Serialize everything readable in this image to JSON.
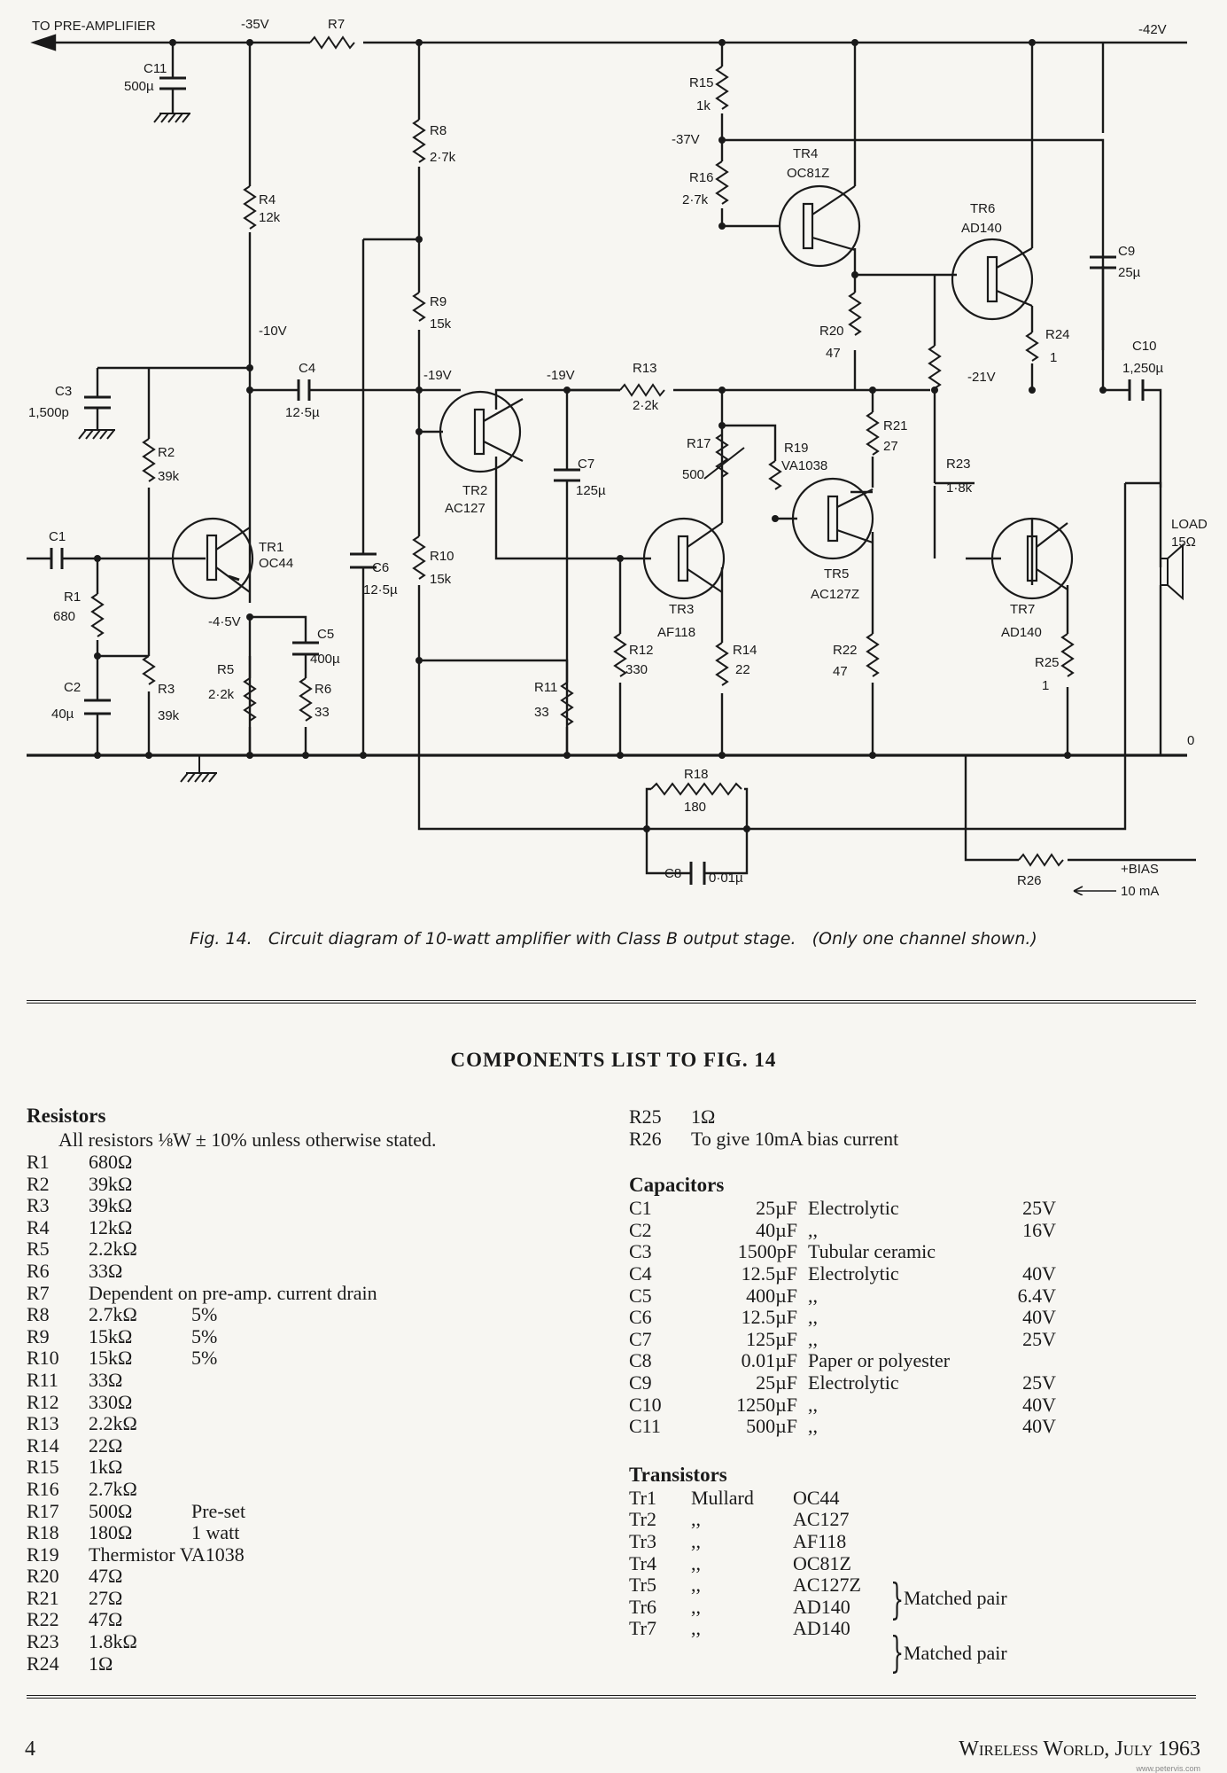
{
  "schematic": {
    "rails": {
      "pre_amp": "TO PRE-AMPLIFIER",
      "v35": "-35V",
      "v42": "-42V",
      "v10": "-10V",
      "v19a": "-19V",
      "v19b": "-19V",
      "v37": "-37V",
      "v21": "-21V",
      "v45": "-4·5V",
      "zero": "0",
      "bias": "+BIAS",
      "bias_current": "10 mA",
      "load": "LOAD",
      "load_ohms": "15Ω"
    },
    "parts": {
      "R1": {
        "ref": "R1",
        "val": "680"
      },
      "R2": {
        "ref": "R2",
        "val": "39k"
      },
      "R3": {
        "ref": "R3",
        "val": "39k"
      },
      "R4": {
        "ref": "R4",
        "val": "12k"
      },
      "R5": {
        "ref": "R5",
        "val": "2·2k"
      },
      "R6": {
        "ref": "R6",
        "val": "33"
      },
      "R7": {
        "ref": "R7",
        "val": ""
      },
      "R8": {
        "ref": "R8",
        "val": "2·7k"
      },
      "R9": {
        "ref": "R9",
        "val": "15k"
      },
      "R10": {
        "ref": "R10",
        "val": "15k"
      },
      "R11": {
        "ref": "R11",
        "val": "33"
      },
      "R12": {
        "ref": "R12",
        "val": "330"
      },
      "R13": {
        "ref": "R13",
        "val": "2·2k"
      },
      "R14": {
        "ref": "R14",
        "val": "22"
      },
      "R15": {
        "ref": "R15",
        "val": "1k"
      },
      "R16": {
        "ref": "R16",
        "val": "2·7k"
      },
      "R17": {
        "ref": "R17",
        "val": "500"
      },
      "R18": {
        "ref": "R18",
        "val": "180"
      },
      "R19": {
        "ref": "R19",
        "val": "VA1038"
      },
      "R20": {
        "ref": "R20",
        "val": "47"
      },
      "R21": {
        "ref": "R21",
        "val": "27"
      },
      "R22": {
        "ref": "R22",
        "val": "47"
      },
      "R23": {
        "ref": "R23",
        "val": "1·8k"
      },
      "R24": {
        "ref": "R24",
        "val": "1"
      },
      "R25": {
        "ref": "R25",
        "val": "1"
      },
      "R26": {
        "ref": "R26",
        "val": ""
      },
      "C1": {
        "ref": "C1",
        "val": ""
      },
      "C2": {
        "ref": "C2",
        "val": "40µ"
      },
      "C3": {
        "ref": "C3",
        "val": "1,500p"
      },
      "C4": {
        "ref": "C4",
        "val": "12·5µ"
      },
      "C5": {
        "ref": "C5",
        "val": "400µ"
      },
      "C6": {
        "ref": "C6",
        "val": "12·5µ"
      },
      "C7": {
        "ref": "C7",
        "val": "125µ"
      },
      "C8": {
        "ref": "C8",
        "val": "0·01µ"
      },
      "C9": {
        "ref": "C9",
        "val": "25µ"
      },
      "C10": {
        "ref": "C10",
        "val": "1,250µ"
      },
      "C11": {
        "ref": "C11",
        "val": "500µ"
      },
      "TR1": {
        "ref": "TR1",
        "val": "OC44"
      },
      "TR2": {
        "ref": "TR2",
        "val": "AC127"
      },
      "TR3": {
        "ref": "TR3",
        "val": "AF118"
      },
      "TR4": {
        "ref": "TR4",
        "val": "OC81Z"
      },
      "TR5": {
        "ref": "TR5",
        "val": "AC127Z"
      },
      "TR6": {
        "ref": "TR6",
        "val": "AD140"
      },
      "TR7": {
        "ref": "TR7",
        "val": "AD140"
      }
    }
  },
  "caption": "Fig. 14.   Circuit diagram of 10-watt amplifier with Class B output stage.   (Only one channel shown.)",
  "components_title": "COMPONENTS LIST TO FIG. 14",
  "resistors": {
    "heading": "Resistors",
    "note": "All resistors ⅛W ± 10% unless otherwise stated.",
    "items": [
      {
        "id": "R1",
        "value": "680Ω",
        "note": ""
      },
      {
        "id": "R2",
        "value": "39kΩ",
        "note": ""
      },
      {
        "id": "R3",
        "value": "39kΩ",
        "note": ""
      },
      {
        "id": "R4",
        "value": "12kΩ",
        "note": ""
      },
      {
        "id": "R5",
        "value": "2.2kΩ",
        "note": ""
      },
      {
        "id": "R6",
        "value": "33Ω",
        "note": ""
      },
      {
        "id": "R7",
        "value": "Dependent on pre-amp. current drain",
        "note": ""
      },
      {
        "id": "R8",
        "value": "2.7kΩ",
        "note": "5%"
      },
      {
        "id": "R9",
        "value": "15kΩ",
        "note": "5%"
      },
      {
        "id": "R10",
        "value": "15kΩ",
        "note": "5%"
      },
      {
        "id": "R11",
        "value": "33Ω",
        "note": ""
      },
      {
        "id": "R12",
        "value": "330Ω",
        "note": ""
      },
      {
        "id": "R13",
        "value": "2.2kΩ",
        "note": ""
      },
      {
        "id": "R14",
        "value": "22Ω",
        "note": ""
      },
      {
        "id": "R15",
        "value": "1kΩ",
        "note": ""
      },
      {
        "id": "R16",
        "value": "2.7kΩ",
        "note": ""
      },
      {
        "id": "R17",
        "value": "500Ω",
        "note": "Pre-set"
      },
      {
        "id": "R18",
        "value": "180Ω",
        "note": "1 watt"
      },
      {
        "id": "R19",
        "value": "Thermistor  VA1038",
        "note": ""
      },
      {
        "id": "R20",
        "value": "47Ω",
        "note": ""
      },
      {
        "id": "R21",
        "value": "27Ω",
        "note": ""
      },
      {
        "id": "R22",
        "value": "47Ω",
        "note": ""
      },
      {
        "id": "R23",
        "value": "1.8kΩ",
        "note": ""
      },
      {
        "id": "R24",
        "value": "1Ω",
        "note": ""
      }
    ],
    "continued": [
      {
        "id": "R25",
        "value": "1Ω"
      },
      {
        "id": "R26",
        "value": "To give 10mA bias current"
      }
    ]
  },
  "capacitors": {
    "heading": "Capacitors",
    "items": [
      {
        "id": "C1",
        "value": "25µF",
        "type": "Electrolytic",
        "voltage": "25V"
      },
      {
        "id": "C2",
        "value": "40µF",
        "type": ",,",
        "voltage": "16V"
      },
      {
        "id": "C3",
        "value": "1500pF",
        "type": "Tubular ceramic",
        "voltage": ""
      },
      {
        "id": "C4",
        "value": "12.5µF",
        "type": "Electrolytic",
        "voltage": "40V"
      },
      {
        "id": "C5",
        "value": "400µF",
        "type": ",,",
        "voltage": "6.4V"
      },
      {
        "id": "C6",
        "value": "12.5µF",
        "type": ",,",
        "voltage": "40V"
      },
      {
        "id": "C7",
        "value": "125µF",
        "type": ",,",
        "voltage": "25V"
      },
      {
        "id": "C8",
        "value": "0.01µF",
        "type": "Paper or polyester",
        "voltage": ""
      },
      {
        "id": "C9",
        "value": "25µF",
        "type": "Electrolytic",
        "voltage": "25V"
      },
      {
        "id": "C10",
        "value": "1250µF",
        "type": ",,",
        "voltage": "40V"
      },
      {
        "id": "C11",
        "value": "500µF",
        "type": ",,",
        "voltage": "40V"
      }
    ]
  },
  "transistors": {
    "heading": "Transistors",
    "items": [
      {
        "id": "Tr1",
        "maker": "Mullard",
        "type": "OC44"
      },
      {
        "id": "Tr2",
        "maker": ",,",
        "type": "AC127"
      },
      {
        "id": "Tr3",
        "maker": ",,",
        "type": "AF118"
      },
      {
        "id": "Tr4",
        "maker": ",,",
        "type": "OC81Z"
      },
      {
        "id": "Tr5",
        "maker": ",,",
        "type": "AC127Z"
      },
      {
        "id": "Tr6",
        "maker": ",,",
        "type": "AD140"
      },
      {
        "id": "Tr7",
        "maker": ",,",
        "type": "AD140"
      }
    ],
    "matched_1": "Matched pair",
    "matched_2": "Matched pair"
  },
  "footer": {
    "page": "4",
    "journal": "Wireless World, July 1963",
    "watermark": "www.petervis.com"
  }
}
